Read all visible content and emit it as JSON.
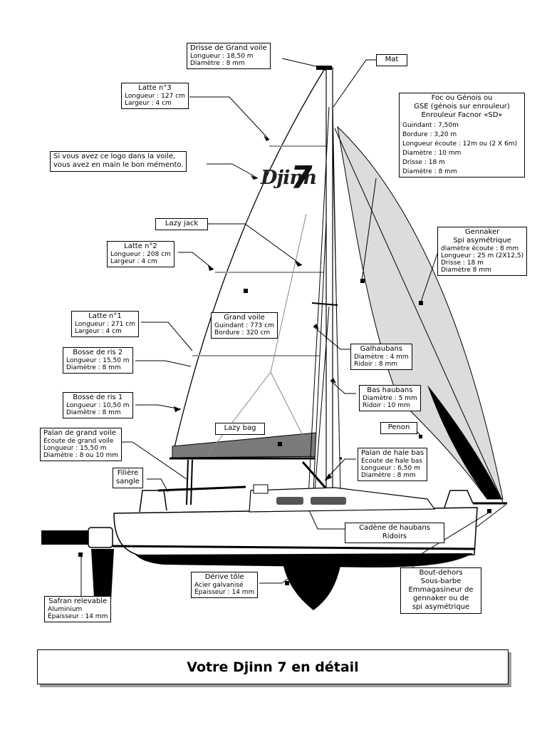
{
  "caption": "Votre Djinn 7 en détail",
  "logo": {
    "word": "Djinn",
    "number": "7"
  },
  "labels": {
    "drisse_gv": {
      "title": "Drisse de Grand voile",
      "lines": [
        "Longueur : 18,50 m",
        "Diamètre : 8 mm"
      ]
    },
    "mat": {
      "title": "Mat"
    },
    "latte3": {
      "title": "Latte n°3",
      "lines": [
        "Longueur : 127 cm",
        "Largeur : 4 cm"
      ]
    },
    "foc": {
      "title_lines": [
        "Foc ou Génois ou",
        "GSE (génois sur enrouleur)",
        "Enrouleur Facnor «SD»"
      ],
      "lines": [
        "Guindant : 7,50m",
        "Bordure : 3,20 m",
        "Longueur écoute : 12m ou (2 X 6m)",
        "Diamètre : 10 mm",
        "Drisse : 18 m",
        "Diamètre : 8 mm"
      ]
    },
    "logo_note": {
      "lines": [
        "Si vous avez ce logo dans la voile,",
        "vous avez en main le bon mémento."
      ]
    },
    "lazy_jack": {
      "title": "Lazy jack"
    },
    "gennaker": {
      "title_lines": [
        "Gennaker",
        "Spi asymétrique"
      ],
      "lines": [
        "diamètre écoute : 8 mm",
        "Longueur : 25 m (2X12,5)",
        "Drisse : 18 m",
        "Diamètre 8 mm"
      ]
    },
    "latte2": {
      "title": "Latte n°2",
      "lines": [
        "Longueur : 208 cm",
        "Largeur : 4 cm"
      ]
    },
    "grand_voile": {
      "title": "Grand voile",
      "lines": [
        "Guindant : 773 cm",
        "Bordure : 320 cm"
      ]
    },
    "latte1": {
      "title": "Latte n°1",
      "lines": [
        "Longueur : 271 cm",
        "Largeur : 4 cm"
      ]
    },
    "galhaubans": {
      "title": "Galhaubans",
      "lines": [
        "Diamètre : 4 mm",
        "Ridoir : 8 mm"
      ]
    },
    "bosse2": {
      "title": "Bosse de ris 2",
      "lines": [
        "Longueur : 15,50 m",
        "Diamètre : 8 mm"
      ]
    },
    "bas_haubans": {
      "title": "Bas haubans",
      "lines": [
        "Diamètre : 5 mm",
        "Ridoir : 10 mm"
      ]
    },
    "bosse1": {
      "title": "Bosse de ris 1",
      "lines": [
        "Longueur : 10,50 m",
        "Diamètre : 8 mm"
      ]
    },
    "penon": {
      "title": "Penon"
    },
    "palan_gv": {
      "title": "Palan de grand voile",
      "lines": [
        "Ecoute de grand voile",
        "Longueur : 15,50 m",
        "Diamètre : 8 ou 10 mm"
      ]
    },
    "lazy_bag": {
      "title": "Lazy bag"
    },
    "palan_hb": {
      "title": "Palan de hale bas",
      "lines": [
        "Ecoute de hale bas",
        "Longueur : 6,50 m",
        "Diamètre : 8 mm"
      ]
    },
    "filiere": {
      "title_lines": [
        "Filière",
        "sangle"
      ]
    },
    "cadene": {
      "title_lines": [
        "Cadène de haubans",
        "Ridoirs"
      ]
    },
    "bout_dehors": {
      "title_lines": [
        "Bout-dehors",
        "Sous-barbe",
        "Emmagasineur de",
        "gennaker ou de",
        "spi asymétrique"
      ]
    },
    "derive": {
      "title": "Dérive tôle",
      "lines": [
        "Acier galvanisé",
        "Épaisseur : 14 mm"
      ]
    },
    "safran": {
      "title": "Safran relevable",
      "lines": [
        "Aluminium",
        "Épaisseur : 14 mm"
      ]
    }
  },
  "colors": {
    "ink": "#000000",
    "sail": "#ffffff",
    "gennaker": "#dcdcdc",
    "lazy_bag": "#7a7a7a",
    "shadow": "#9a9a9a"
  }
}
